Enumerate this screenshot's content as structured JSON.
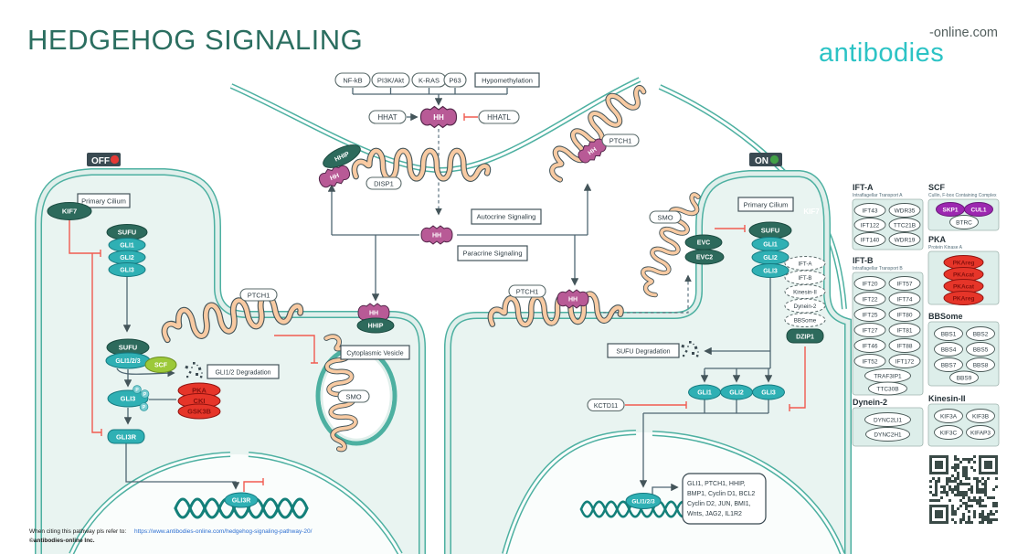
{
  "title": "HEDGEHOG SIGNALING",
  "logo": {
    "brand": "antibodies",
    "suffix": "-online.com"
  },
  "badges": {
    "off": "OFF",
    "on": "ON",
    "off_color": "#e53935",
    "on_color": "#43a047"
  },
  "upstream": [
    "NF-kB",
    "PI3K/Akt",
    "K-RAS",
    "P63",
    "Hypomethylation"
  ],
  "proteins": {
    "hhat": "HHAT",
    "hhatl": "HHATL",
    "hh": "HH",
    "hhip": "HHIP",
    "disp1": "DISP1",
    "ptch1": "PTCH1",
    "smo": "SMO",
    "kif7": "KIF7",
    "sufu": "SUFU",
    "gli1": "GLI1",
    "gli2": "GLI2",
    "gli3": "GLI3",
    "gli123": "GLI1/2/3",
    "gli3r": "GLI3R",
    "scf": "SCF",
    "pka": "PKA",
    "ck1": "CKI",
    "gsk3b": "GSK3B",
    "p": "P",
    "evc": "EVC",
    "evc2": "EVC2",
    "dzip1": "DZIP1",
    "kctd11": "KCTD11",
    "ifta": "IFT-A",
    "iftb": "IFT-B",
    "kinesin2": "Kinesin-II",
    "dynein2": "Dynein-2",
    "bbsome": "BBSome"
  },
  "boxes": {
    "primary_cilium": "Primary Cilium",
    "autocrine": "Autocrine Signaling",
    "paracrine": "Paracrine Signaling",
    "gli12_deg": "GLI1/2 Degradation",
    "cyto_vesicle": "Cytoplasmic Vesicle",
    "sufu_deg": "SUFU Degradation"
  },
  "target_genes": [
    "GLI1, PTCH1, HHIP,",
    "BMP1, Cyclin D1, BCL2",
    "Cyclin D2, JUN, BMI1,",
    "Wnts, JAG2, IL1R2"
  ],
  "panels": {
    "ifta": {
      "title": "IFT-A",
      "subtitle": "Intraflagellar Transport A",
      "items": [
        "IFT43",
        "WDR35",
        "IFT122",
        "TTC21B",
        "IFT140",
        "WDR19"
      ]
    },
    "scf": {
      "title": "SCF",
      "subtitle": "Cullin, F-box Containing Complex",
      "items": [
        "SKP1",
        "CUL1",
        "BTRC"
      ]
    },
    "pka": {
      "title": "PKA",
      "subtitle": "Protein Kinase A",
      "items": [
        "PKAreg",
        "PKAcat",
        "PKAcat",
        "PKAreg"
      ]
    },
    "iftb": {
      "title": "IFT-B",
      "subtitle": "Intraflagellar Transport B",
      "items": [
        "IFT20",
        "IFT57",
        "IFT22",
        "IFT74",
        "IFT25",
        "IFT80",
        "IFT27",
        "IFT81",
        "IFT46",
        "IFT88",
        "IFT52",
        "IFT172",
        "TRAF3IP1",
        "TTC30B"
      ]
    },
    "bbsome": {
      "title": "BBSome",
      "items": [
        "BBS1",
        "BBS2",
        "BBS4",
        "BBS5",
        "BBS7",
        "BBS8",
        "BBS9"
      ]
    },
    "dynein2": {
      "title": "Dynein-2",
      "items": [
        "DYNC2LI1",
        "DYNC2H1"
      ]
    },
    "kinesin2": {
      "title": "Kinesin-II",
      "items": [
        "KIF3A",
        "KIF3B",
        "KIF3C",
        "KIFAP3"
      ]
    }
  },
  "footer": {
    "citation_prefix": "When citing this pathway pls refer to:",
    "citation_url": "https://www.antibodies-online.com/hedgehog-signaling-pathway-20/",
    "copyright": "©antibodies-online Inc."
  },
  "colors": {
    "membrane_teal": "#4db0a1",
    "cell_fill": "#e9f4f1",
    "dark_green": "#2d6a5c",
    "gli_teal": "#2fb0b4",
    "hh_purple": "#b85a96",
    "kinase_red": "#e63529",
    "scf_green": "#9cc939",
    "skp_purple": "#9c27b0",
    "inhibit_red": "#f15b50",
    "arrow_gray": "#4f6672",
    "title_green": "#2b6e60",
    "logo_teal": "#2cc3c5"
  }
}
